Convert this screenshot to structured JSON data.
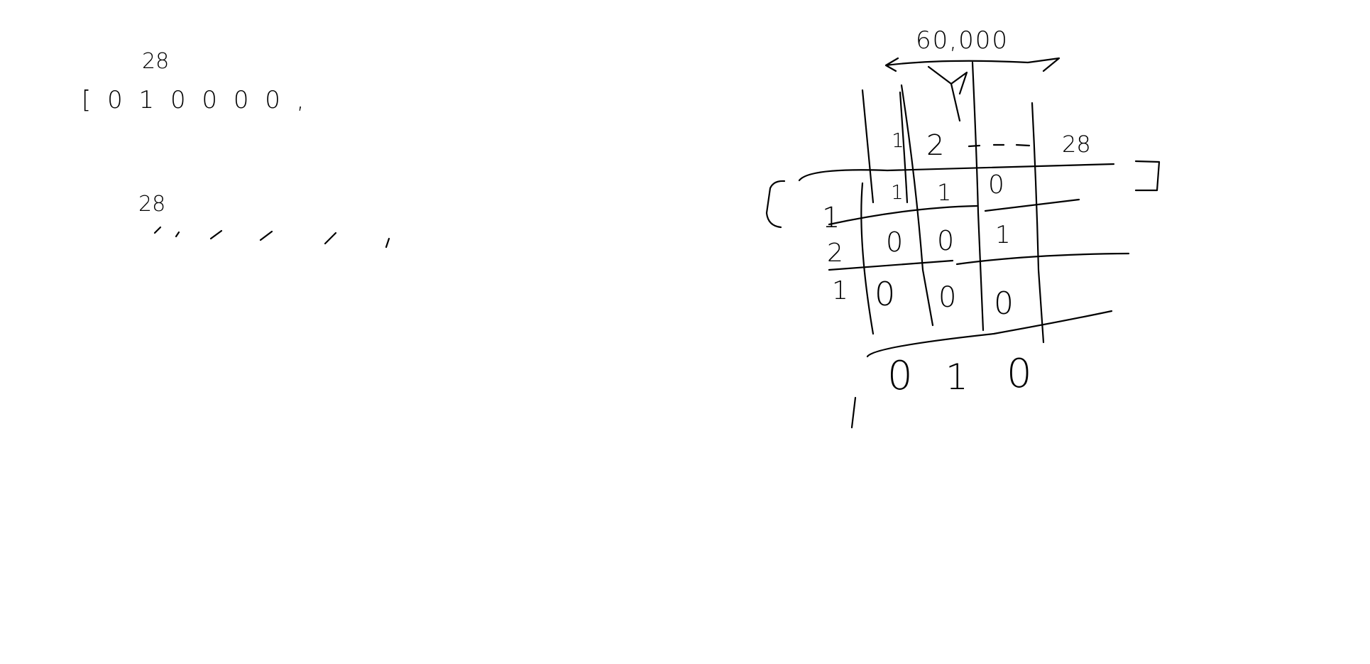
{
  "left_sketch": {
    "top_label": "28",
    "top_row": "[ 0 1 0 0 0 0 ,",
    "bottom_label": "28"
  },
  "grid_sketch": {
    "top_brace_label": "60,000",
    "column_headers": [
      "1",
      "2",
      "28"
    ],
    "row_labels": [
      "1",
      "2",
      "1"
    ],
    "cells": [
      [
        "1",
        "1",
        "0"
      ],
      [
        "0",
        "0",
        "1"
      ],
      [
        "0",
        "0",
        "0"
      ]
    ],
    "bottom_row": [
      "0",
      "1",
      "0"
    ]
  }
}
